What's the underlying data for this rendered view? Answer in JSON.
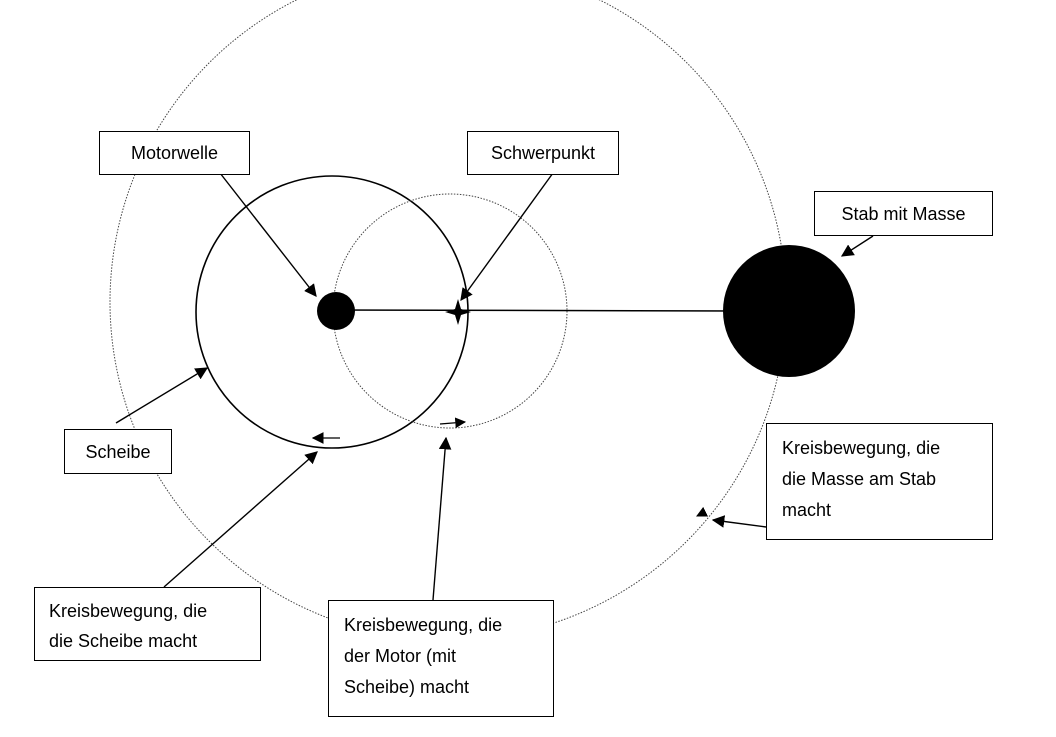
{
  "labels": {
    "motorwelle": "Motorwelle",
    "schwerpunkt": "Schwerpunkt",
    "stab_mit_masse": "Stab mit Masse",
    "scheibe": "Scheibe",
    "kreis_scheibe": "Kreisbewegung, die\ndie Scheibe macht",
    "kreis_motor": "Kreisbewegung, die\nder Motor (mit\nScheibe) macht",
    "kreis_masse": "Kreisbewegung, die\ndie Masse am Stab\nmacht"
  }
}
